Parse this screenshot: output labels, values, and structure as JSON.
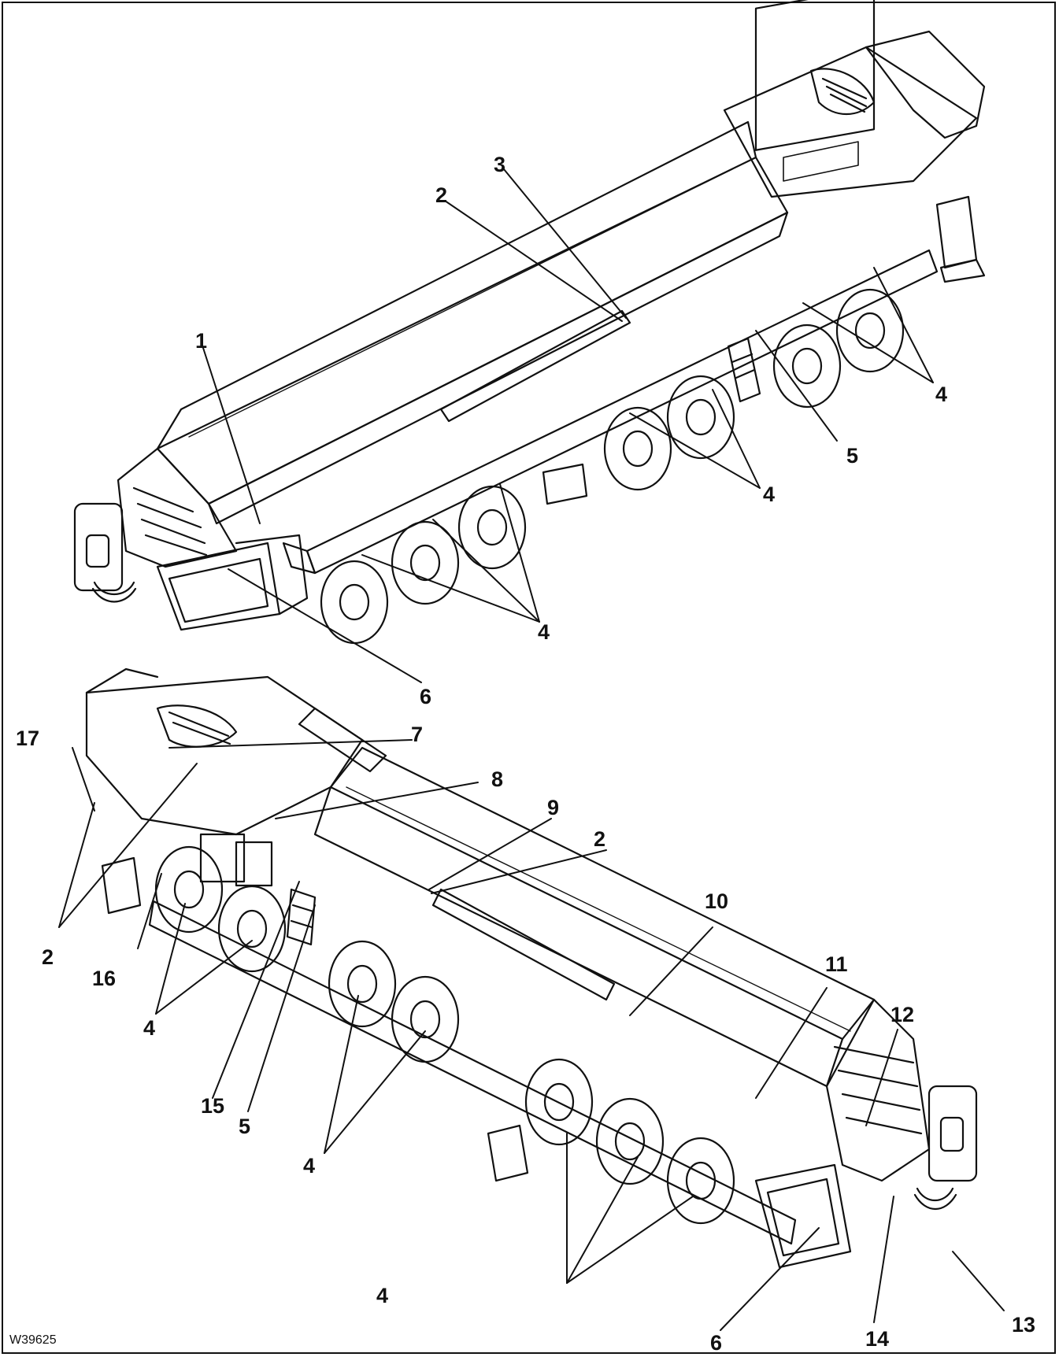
{
  "drawing_code": "W39625",
  "views": [
    {
      "name": "upper-view"
    },
    {
      "name": "lower-view"
    }
  ],
  "callouts": [
    {
      "id": "c1",
      "text": "1"
    },
    {
      "id": "c2a",
      "text": "2"
    },
    {
      "id": "c3",
      "text": "3"
    },
    {
      "id": "c4a",
      "text": "4"
    },
    {
      "id": "c4b",
      "text": "4"
    },
    {
      "id": "c4c",
      "text": "4"
    },
    {
      "id": "c5a",
      "text": "5"
    },
    {
      "id": "c6a",
      "text": "6"
    },
    {
      "id": "c17",
      "text": "17"
    },
    {
      "id": "c7",
      "text": "7"
    },
    {
      "id": "c8",
      "text": "8"
    },
    {
      "id": "c9",
      "text": "9"
    },
    {
      "id": "c2b",
      "text": "2"
    },
    {
      "id": "c10",
      "text": "10"
    },
    {
      "id": "c11",
      "text": "11"
    },
    {
      "id": "c12",
      "text": "12"
    },
    {
      "id": "c2c",
      "text": "2"
    },
    {
      "id": "c16",
      "text": "16"
    },
    {
      "id": "c4d",
      "text": "4"
    },
    {
      "id": "c15",
      "text": "15"
    },
    {
      "id": "c5b",
      "text": "5"
    },
    {
      "id": "c4e",
      "text": "4"
    },
    {
      "id": "c4f",
      "text": "4"
    },
    {
      "id": "c6b",
      "text": "6"
    },
    {
      "id": "c14",
      "text": "14"
    },
    {
      "id": "c13",
      "text": "13"
    }
  ],
  "line_color": "#111111"
}
